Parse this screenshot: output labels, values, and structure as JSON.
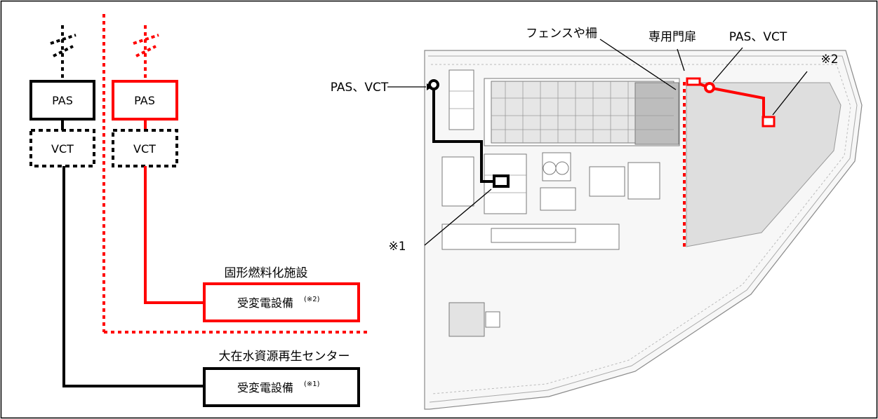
{
  "colors": {
    "existing": "#000000",
    "new": "#ff0000",
    "site_bg": "#f4f4f4",
    "site_area": "#e4e4e4",
    "drawing_line": "#8a8a8a"
  },
  "left_diagram": {
    "black_pas_label": "PAS",
    "black_vct_label": "VCT",
    "red_pas_label": "PAS",
    "red_vct_label": "VCT",
    "red_facility_title": "固形燃料化施設",
    "red_equipment_label": "受変電設備",
    "red_equipment_note": "(※2)",
    "black_facility_title": "大在水資源再生センター",
    "black_equipment_label": "受変電設備",
    "black_equipment_note": "(※1)"
  },
  "site_plan": {
    "label_fence": "フェンスや柵",
    "label_gate": "専用門扉",
    "label_pas_vct_right": "PAS、VCT",
    "label_pas_vct_left": "PAS、VCT",
    "label_note2": "※2",
    "label_note1": "※1"
  }
}
